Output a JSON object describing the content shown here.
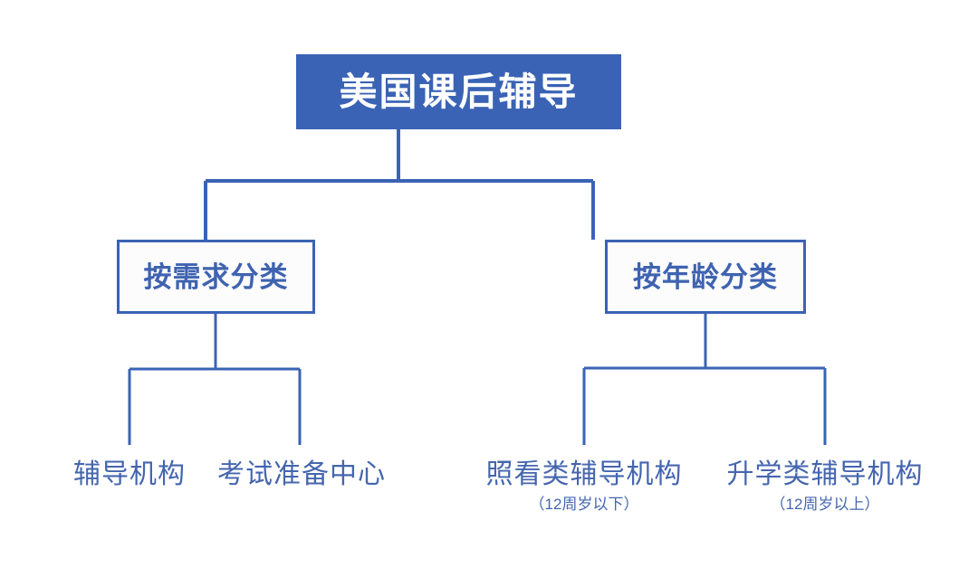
{
  "diagram": {
    "type": "org-tree",
    "colors": {
      "primary_blue": "#3A63B5",
      "text_blue": "#4566AE",
      "box_fill": "#FCFCFD",
      "title_text": "#FFFFFF",
      "background": "#FFFFFF"
    },
    "root": {
      "label": "美国课后辅导"
    },
    "branches": [
      {
        "label": "按需求分类",
        "leaves": [
          {
            "main": "辅导机构",
            "sub": ""
          },
          {
            "main": "考试准备中心",
            "sub": ""
          }
        ]
      },
      {
        "label": "按年龄分类",
        "leaves": [
          {
            "main": "照看类辅导机构",
            "sub": "（12周岁以下）"
          },
          {
            "main": "升学类辅导机构",
            "sub": "（12周岁以上）"
          }
        ]
      }
    ]
  }
}
